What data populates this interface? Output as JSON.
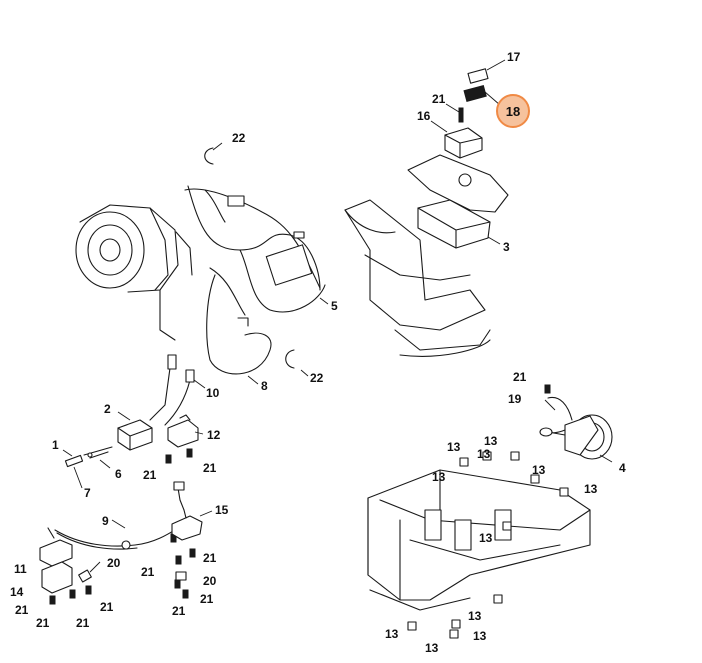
{
  "highlight": {
    "label": "18",
    "fill": "#f6c29d",
    "stroke": "#f08a45"
  },
  "callouts": {
    "c17": "17",
    "c21_top": "21",
    "c16": "16",
    "c22_top": "22",
    "c5": "5",
    "c3": "3",
    "c22_mid": "22",
    "c10": "10",
    "c8": "8",
    "c2": "2",
    "c1": "1",
    "c6": "6",
    "c12": "12",
    "c7": "7",
    "c21_a": "21",
    "c21_b": "21",
    "c15": "15",
    "c9": "9",
    "c11": "11",
    "c20_a": "20",
    "c14": "14",
    "c21_c": "21",
    "c21_d": "21",
    "c21_e": "21",
    "c21_f": "21",
    "c21_g": "21",
    "c21_h": "21",
    "c20_b": "20",
    "c21_i": "21",
    "c21_j": "21",
    "c21_k": "21",
    "c19": "19",
    "c4": "4",
    "c13_a": "13",
    "c13_b": "13",
    "c13_c": "13",
    "c13_d": "13",
    "c13_e": "13",
    "c13_f": "13",
    "c13_g": "13",
    "c13_h": "13",
    "c13_i": "13",
    "c13_j": "13"
  }
}
